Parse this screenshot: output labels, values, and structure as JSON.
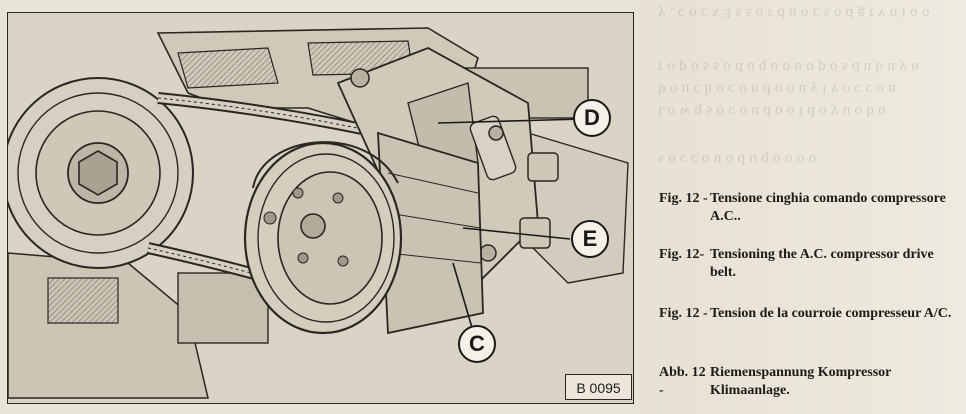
{
  "figure": {
    "code": "B 0095",
    "callouts": {
      "d": "D",
      "e": "E",
      "c": "C"
    }
  },
  "captions": [
    {
      "num": "Fig.  12 -",
      "text": "Tensione cinghia comando compressore A.C.."
    },
    {
      "num": "Fig.  12-",
      "text": "Tensioning the A.C. compressor drive belt."
    },
    {
      "num": "Fig.  12 -",
      "text": "Tension de la courroie compresseur A/C."
    },
    {
      "num": "Abb.  12 -",
      "text": "Riemenspannung Kompressor Klimaanlage."
    }
  ],
  "colors": {
    "ink": "#1e1b16",
    "paper": "#e9e4d8",
    "drawing_bg": "#d9d4c6"
  }
}
